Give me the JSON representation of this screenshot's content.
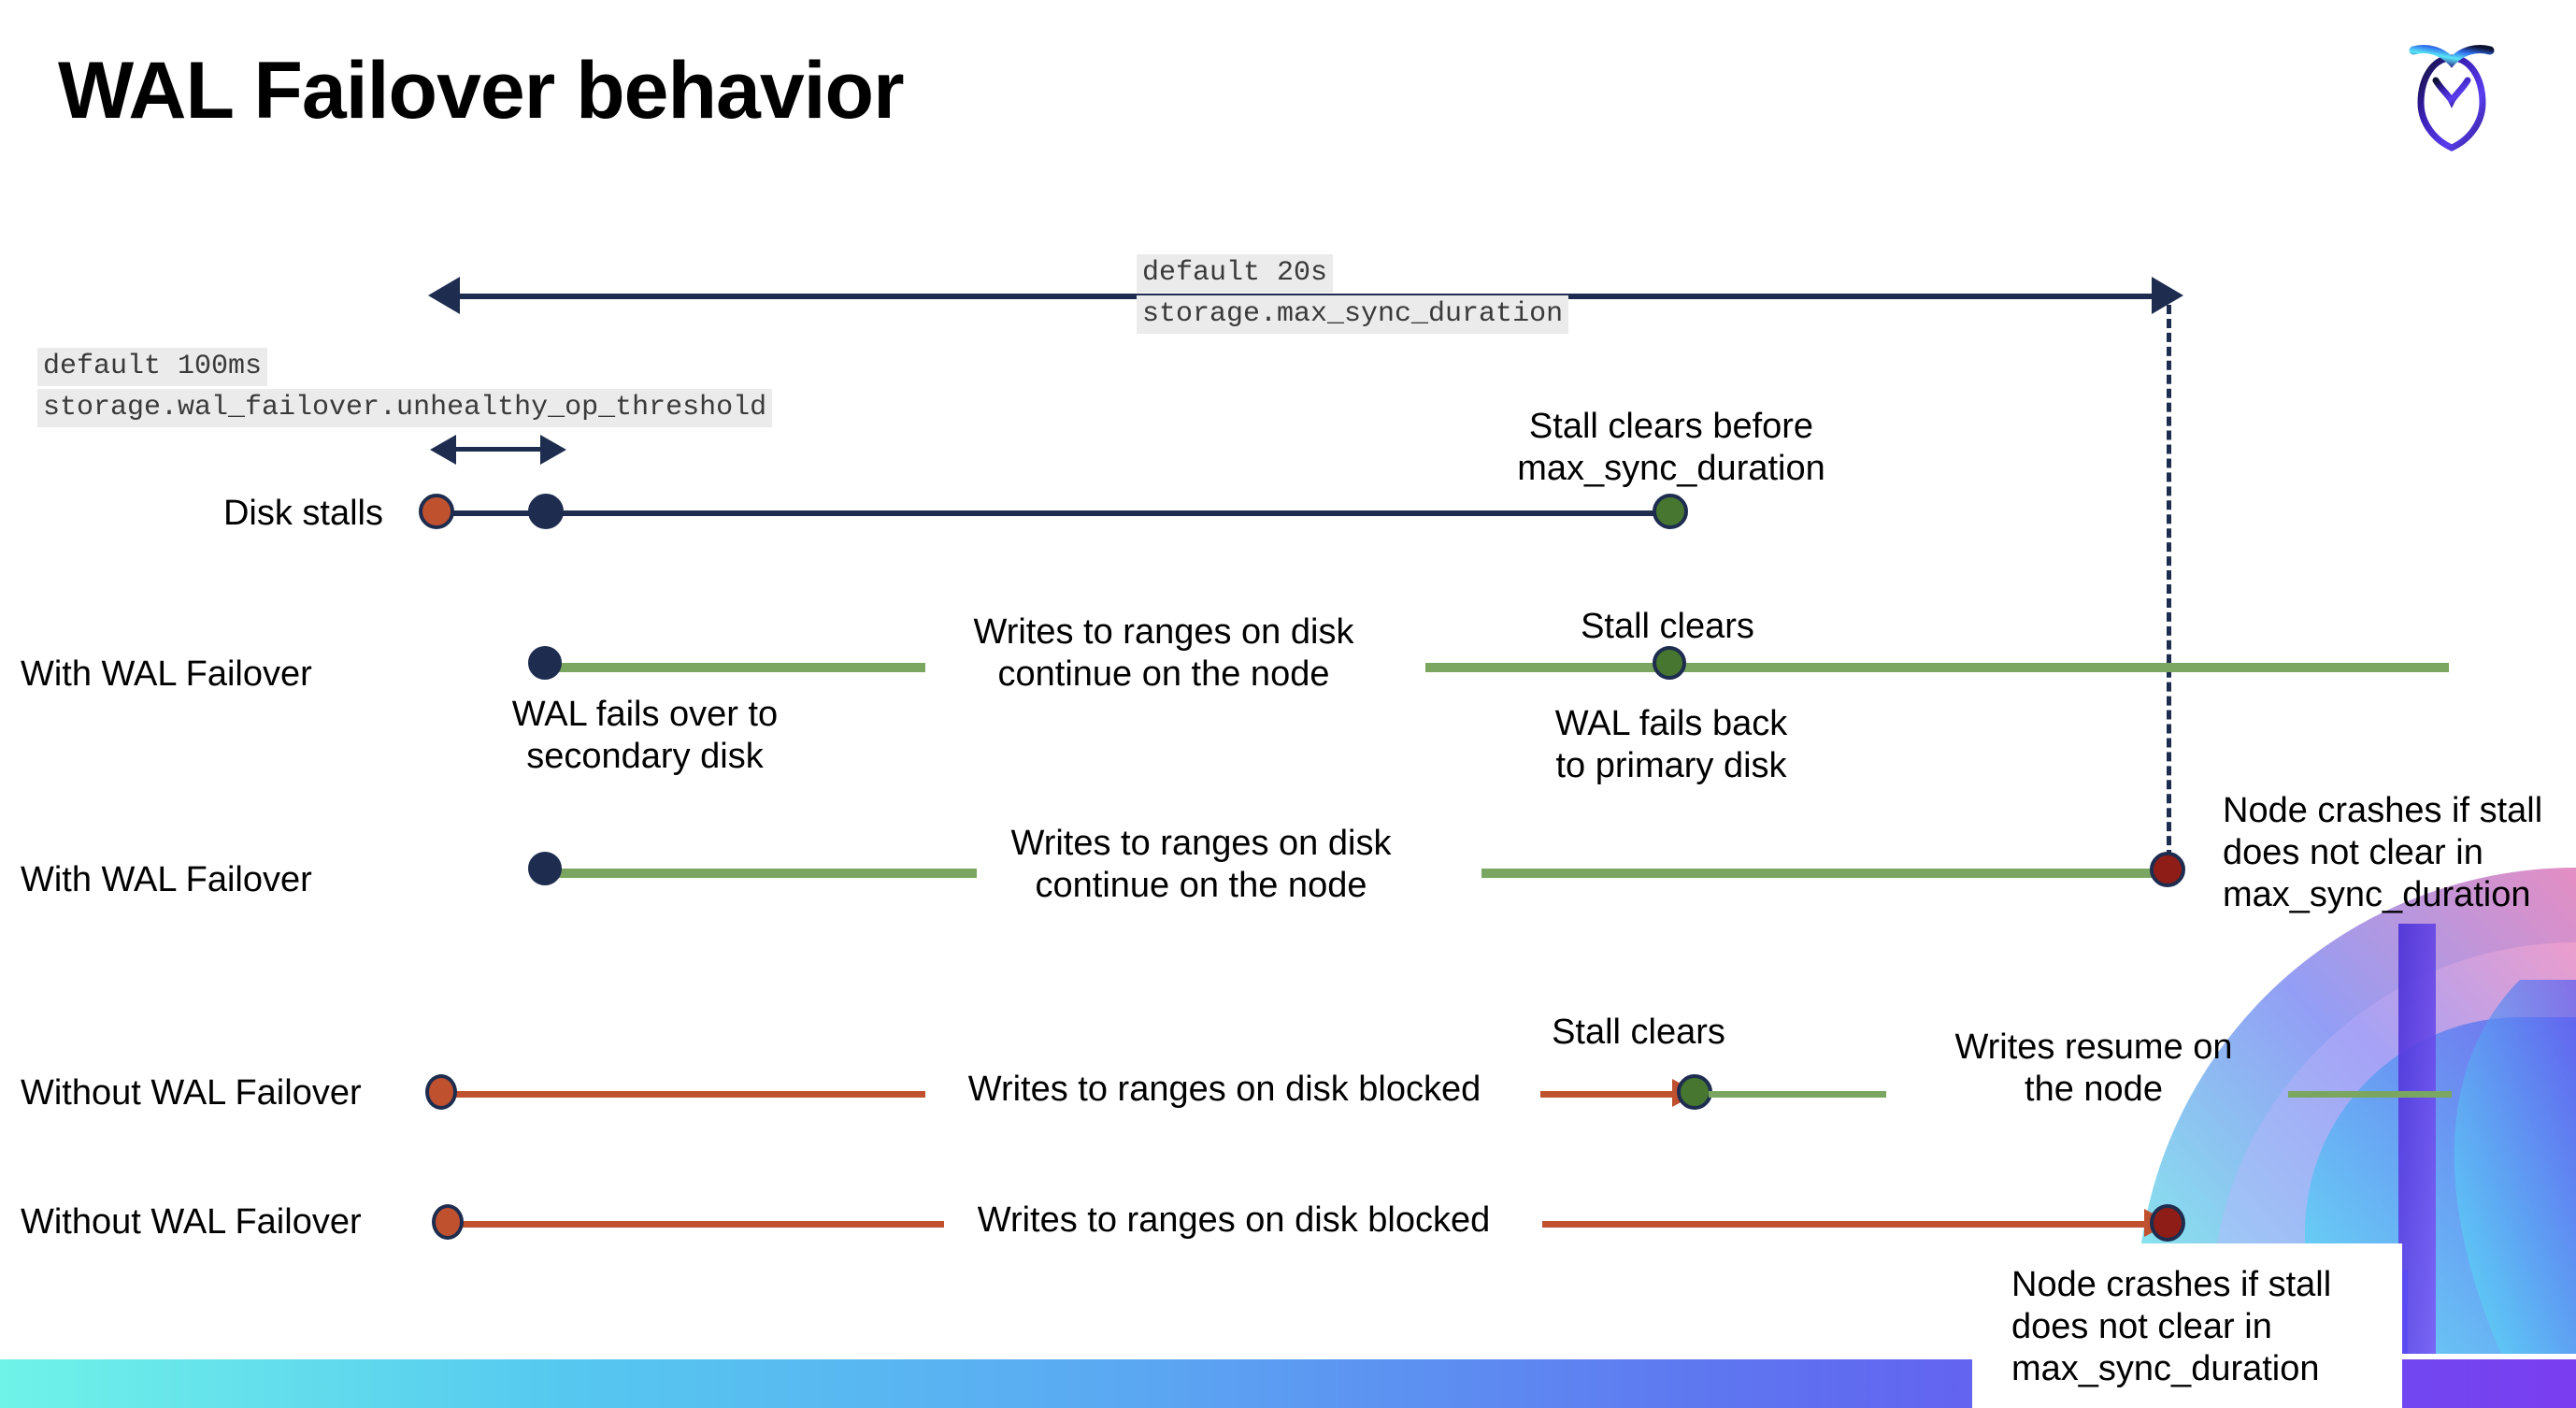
{
  "slide": {
    "title": "WAL Failover behavior",
    "logo_name": "cockroachdb-logo"
  },
  "annotations": {
    "max_sync": {
      "line1": "default 20s",
      "line2": "storage.max_sync_duration"
    },
    "unhealthy_threshold": {
      "line1": "default 100ms",
      "line2": "storage.wal_failover.unhealthy_op_threshold"
    }
  },
  "rows": [
    {
      "label": "Disk stalls",
      "callouts": [
        "Stall clears before\nmax_sync_duration"
      ]
    },
    {
      "label": "With WAL Failover",
      "callouts": [
        "Writes to ranges on disk\ncontinue on the node",
        "Stall clears",
        "WAL fails over to\nsecondary disk",
        "WAL fails  back\nto primary disk"
      ]
    },
    {
      "label": "With WAL Failover",
      "callouts": [
        "Writes to ranges on disk\ncontinue on the node",
        "Node crashes if stall\ndoes not clear in\nmax_sync_duration"
      ]
    },
    {
      "label": "Without WAL Failover",
      "callouts": [
        "Writes to ranges on disk  blocked",
        "Stall clears",
        "Writes resume on\nthe node"
      ]
    },
    {
      "label": "Without WAL Failover",
      "callouts": [
        "Writes to ranges on disk  blocked",
        "Node crashes if stall\ndoes not clear in\nmax_sync_duration"
      ]
    }
  ],
  "colors": {
    "navy": "#1e2d4f",
    "orange": "#c0512f",
    "green_line": "#7ba661",
    "green_dot": "#46762f",
    "dark_red": "#8e1d17",
    "code_bg": "#ebebeb",
    "gradient_start": "#6ff3e8",
    "gradient_end": "#7a3df0"
  }
}
